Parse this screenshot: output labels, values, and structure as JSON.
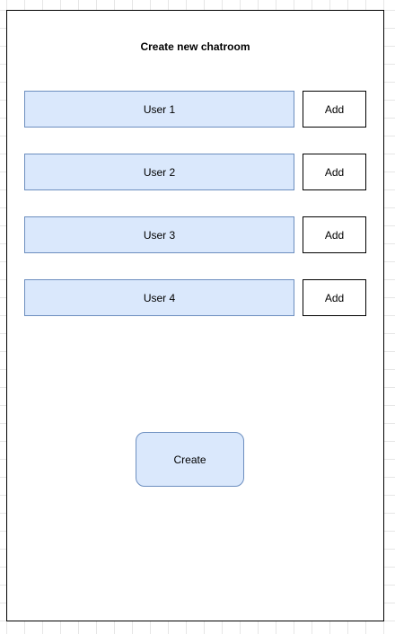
{
  "screen": {
    "title": "Create new chatroom"
  },
  "users": [
    {
      "label": "User 1",
      "add_label": "Add"
    },
    {
      "label": "User 2",
      "add_label": "Add"
    },
    {
      "label": "User 3",
      "add_label": "Add"
    },
    {
      "label": "User 4",
      "add_label": "Add"
    }
  ],
  "create_button": {
    "label": "Create"
  },
  "colors": {
    "user_fill": "#dae8fc",
    "user_stroke": "#6c8ebf",
    "frame_stroke": "#000000",
    "grid": "#e6e6e6"
  }
}
